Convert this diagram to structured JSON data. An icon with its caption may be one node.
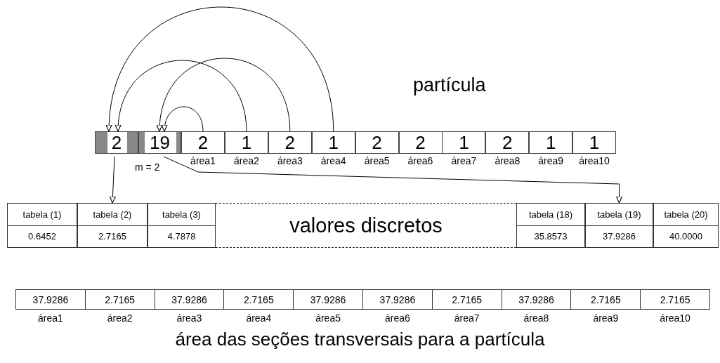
{
  "diagram": {
    "caption": "área das seções transversais para a partícula",
    "nodes": [
      {
        "text": [
          "2"
        ]
      },
      {
        "text": [
          "19"
        ]
      },
      {
        "text": [
          "2"
        ],
        "beside": [
          "área1"
        ]
      },
      {
        "text": [
          "1"
        ],
        "beside": [
          "área2"
        ]
      },
      {
        "text": [
          "2"
        ],
        "beside": [
          "área3"
        ]
      },
      {
        "text": [
          "1"
        ],
        "beside": [
          "área4"
        ]
      },
      {
        "text": [
          "2"
        ],
        "beside": [
          "área5"
        ]
      },
      {
        "text": [
          "2"
        ],
        "beside": [
          "área6"
        ]
      },
      {
        "text": [
          "1"
        ],
        "beside": [
          "área7"
        ]
      },
      {
        "text": [
          "2"
        ],
        "beside": [
          "área8"
        ]
      },
      {
        "text": [
          "1"
        ],
        "beside": [
          "área9"
        ]
      },
      {
        "text": [
          "1"
        ],
        "beside": [
          "área10"
        ]
      },
      {
        "text": [
          "tabela (1)",
          "0.6452"
        ]
      },
      {
        "text": [
          "tabela (2)",
          "2.7165"
        ]
      },
      {
        "text": [
          "tabela (3)",
          "4.7878"
        ]
      },
      {
        "text": [
          "valores discretos"
        ]
      },
      {
        "text": [
          "tabela (18)",
          "35.8573"
        ]
      },
      {
        "text": [
          "tabela (19)",
          "37.9286"
        ]
      },
      {
        "text": [
          "tabela (20)",
          "40.0000"
        ]
      },
      {
        "text": [
          "37.9286"
        ],
        "beside": [
          "área1"
        ]
      },
      {
        "text": [
          "2.7165"
        ],
        "beside": [
          "área2"
        ]
      },
      {
        "text": [
          "37.9286"
        ],
        "beside": [
          "área3"
        ]
      },
      {
        "text": [
          "2.7165"
        ],
        "beside": [
          "área4"
        ]
      },
      {
        "text": [
          "37.9286"
        ],
        "beside": [
          "área5"
        ]
      },
      {
        "text": [
          "37.9286"
        ],
        "beside": [
          "área6"
        ]
      },
      {
        "text": [
          "2.7165"
        ],
        "beside": [
          "área7"
        ]
      },
      {
        "text": [
          "37.9286"
        ],
        "beside": [
          "área8"
        ]
      },
      {
        "text": [
          "2.7165"
        ],
        "beside": [
          "área9"
        ]
      },
      {
        "text": [
          "2.7165"
        ],
        "beside": [
          "área10"
        ]
      }
    ],
    "edges": [
      {
        "from": 2,
        "to": 1,
        "arrow": "to"
      },
      {
        "from": 3,
        "to": 0,
        "arrow": "to"
      },
      {
        "from": 4,
        "to": 1,
        "arrow": "to"
      },
      {
        "from": 5,
        "to": 0,
        "arrow": "to"
      },
      {
        "from": 0,
        "to": 13,
        "arrow": "to"
      },
      {
        "from": 1,
        "to": 17,
        "arrow": "to"
      }
    ],
    "labels": [
      "partícula",
      "m = 2"
    ]
  }
}
